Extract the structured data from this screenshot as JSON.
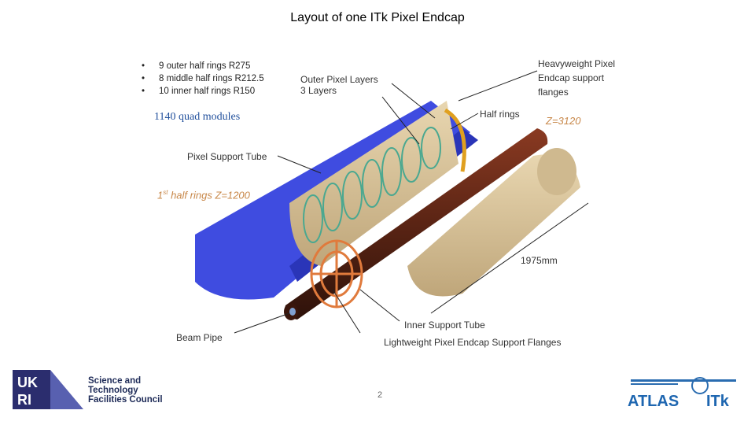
{
  "title": "Layout of one ITk Pixel Endcap",
  "bullets": [
    "9 outer half rings R275",
    "8 middle half rings R212.5",
    "10 inner half rings R150"
  ],
  "quad_modules": "1140 quad modules",
  "labels": {
    "outer_layers_1": "Outer Pixel Layers",
    "outer_layers_2": "3 Layers",
    "heavy_1": "Heavyweight Pixel",
    "heavy_2": "Endcap support",
    "heavy_3": "flanges",
    "half_rings": "Half rings",
    "z3120": "Z=3120",
    "support_tube": "Pixel Support Tube",
    "first_rings_pre": "1",
    "first_rings_sup": "st",
    "first_rings_post": " half rings Z=1200",
    "length": "1975mm",
    "beam_pipe": "Beam Pipe",
    "inner_support": "Inner Support Tube",
    "light_flanges": "Lightweight Pixel Endcap Support Flanges"
  },
  "page_number": "2",
  "logos": {
    "ukri_top": "UK",
    "ukri_bottom": "RI",
    "stfc_lines": [
      "Science and",
      "Technology",
      "Facilities Council"
    ],
    "atlas": "ATLAS",
    "itk": "ITk"
  },
  "colors": {
    "tube_blue": "#3f4ce0",
    "cylinder_tan": "#d8c39c",
    "beam_pipe": "#5a2414",
    "flange_orange": "#e07a3c"
  }
}
